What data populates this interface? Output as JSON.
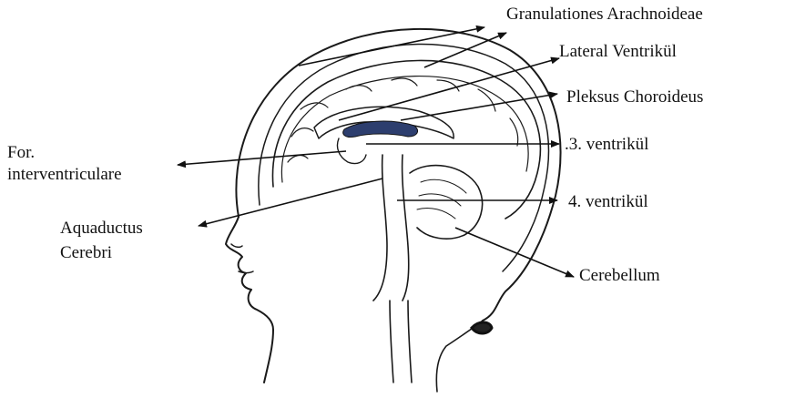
{
  "labels": {
    "granulationes": "Granulationes Arachnoideae",
    "lateral_ventricle": "Lateral Ventrikül",
    "plexus": "Pleksus Choroideus",
    "for_line1": "For.",
    "for_line2": "interventriculare",
    "third_ventricle": ".3. ventrikül",
    "aquaductus_line1": "Aquaductus",
    "aquaductus_line2": "Cerebri",
    "fourth_ventricle": "4. ventrikül",
    "cerebellum": "Cerebellum"
  },
  "colors": {
    "ink": "#1a1a1a",
    "ventricle_fill": "#2d3e6e",
    "background": "#ffffff"
  }
}
